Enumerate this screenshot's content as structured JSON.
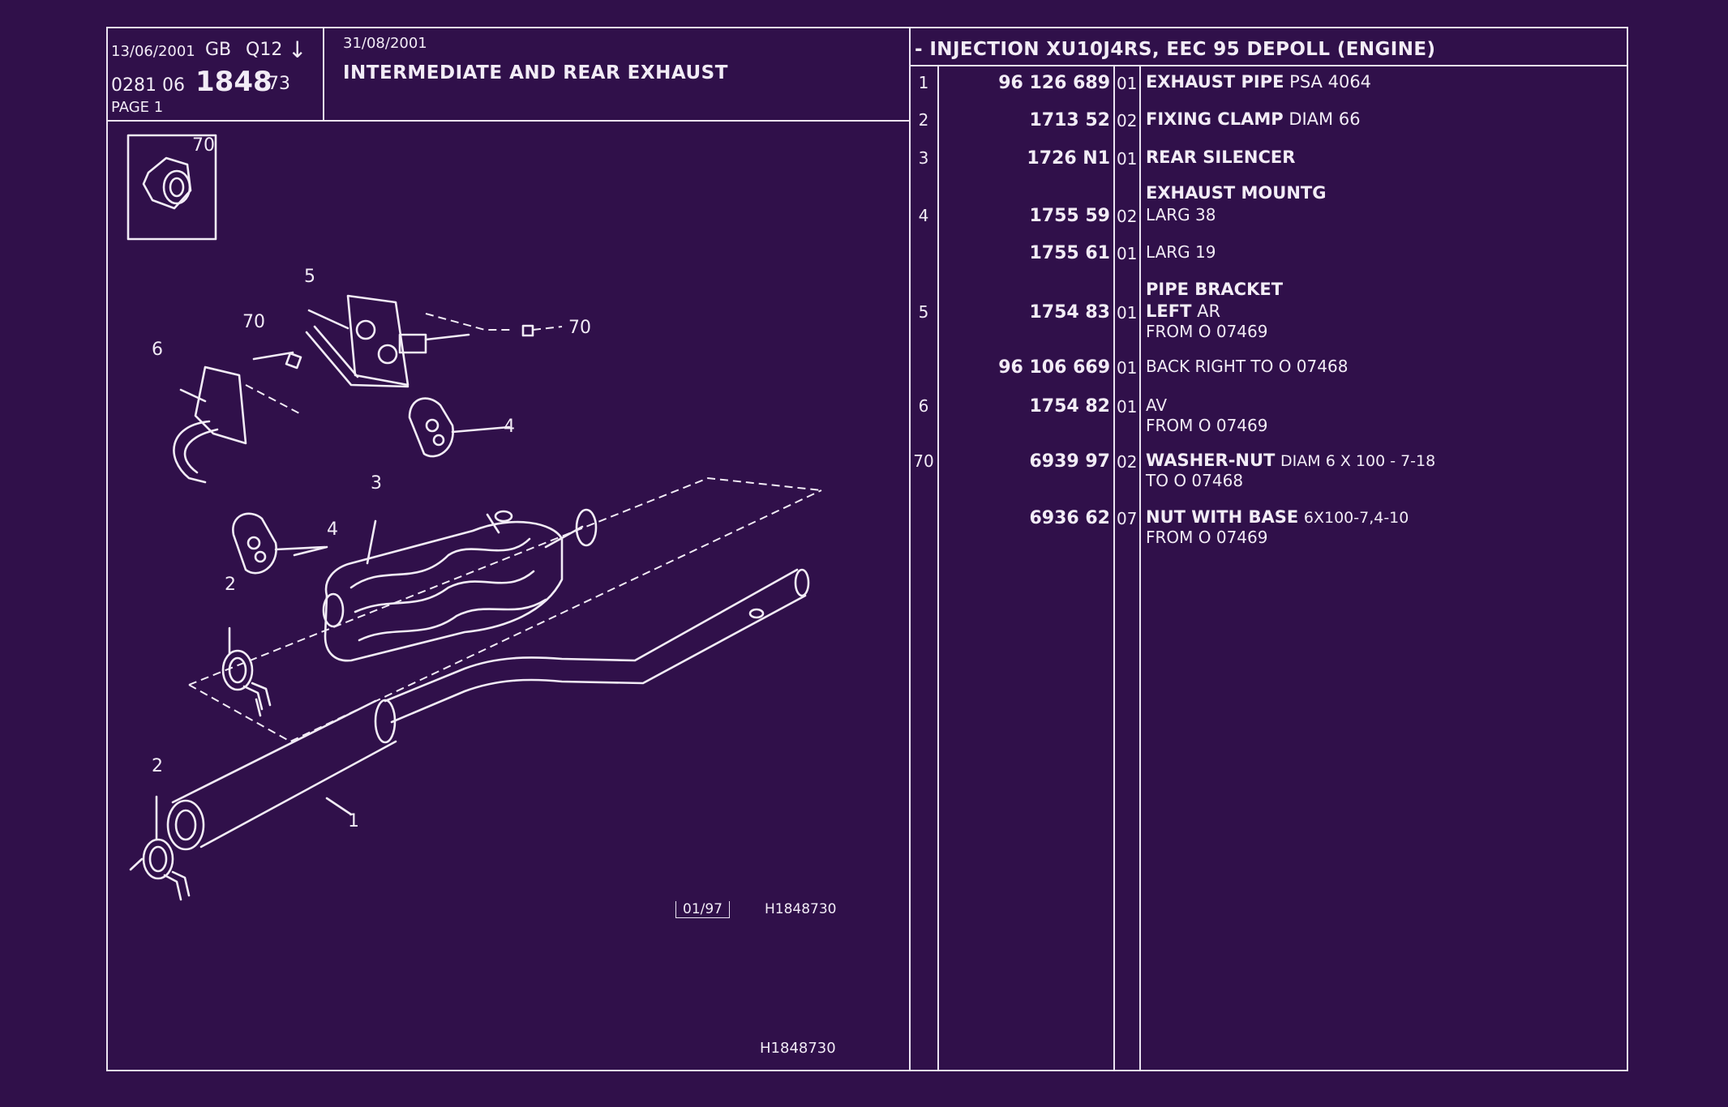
{
  "header": {
    "print_date": "13/06/2001",
    "country": "GB",
    "code": "Q12",
    "arrow": "↓",
    "catalog_prefix": "0281 06",
    "plate_number": "1848",
    "plate_suffix": "73",
    "page": "PAGE 1",
    "update_date": "31/08/2001",
    "title": "INTERMEDIATE AND REAR EXHAUST",
    "model_line": "- INJECTION XU10J4RS, EEC 95 DEPOLL (ENGINE)"
  },
  "parts": [
    {
      "pos": "1",
      "ref": "96 126 689",
      "qty": "01",
      "name": "EXHAUST PIPE",
      "detail": "PSA 4064",
      "sub": ""
    },
    {
      "pos": "2",
      "ref": "1713 52",
      "qty": "02",
      "name": "FIXING CLAMP",
      "detail": "DIAM 66",
      "sub": ""
    },
    {
      "pos": "3",
      "ref": "1726 N1",
      "qty": "01",
      "name": "REAR SILENCER",
      "detail": "",
      "sub": ""
    },
    {
      "pos": "",
      "ref": "",
      "qty": "",
      "name": "EXHAUST MOUNTG",
      "detail": "",
      "sub": ""
    },
    {
      "pos": "4",
      "ref": "1755 59",
      "qty": "02",
      "name": "",
      "detail": "LARG 38",
      "sub": ""
    },
    {
      "pos": "",
      "ref": "1755 61",
      "qty": "01",
      "name": "",
      "detail": "LARG 19",
      "sub": ""
    },
    {
      "pos": "",
      "ref": "",
      "qty": "",
      "name": "PIPE BRACKET",
      "detail": "",
      "sub": ""
    },
    {
      "pos": "5",
      "ref": "1754 83",
      "qty": "01",
      "name": "LEFT",
      "detail": "AR",
      "sub": "FROM O 07469"
    },
    {
      "pos": "",
      "ref": "96 106 669",
      "qty": "01",
      "name": "",
      "detail": "BACK RIGHT TO O 07468",
      "sub": ""
    },
    {
      "pos": "6",
      "ref": "1754 82",
      "qty": "01",
      "name": "",
      "detail": "AV",
      "sub": "FROM O 07469"
    },
    {
      "pos": "70",
      "ref": "6939 97",
      "qty": "02",
      "name": "WASHER-NUT",
      "detail": "DIAM 6 X 100 - 7-18",
      "sub": "TO O 07468"
    },
    {
      "pos": "",
      "ref": "6936 62",
      "qty": "07",
      "name": "NUT WITH BASE",
      "detail": "6X100-7,4-10",
      "sub": "FROM O 07469"
    }
  ],
  "diagram": {
    "callouts": [
      "70",
      "5",
      "70",
      "70",
      "6",
      "4",
      "3",
      "4",
      "2",
      "2",
      "1"
    ],
    "stamp_date": "01/97",
    "stamp_ref": "H1848730",
    "footer_ref": "H1848730"
  },
  "colors": {
    "background": "#30104a",
    "ink": "#f2ecf6"
  }
}
